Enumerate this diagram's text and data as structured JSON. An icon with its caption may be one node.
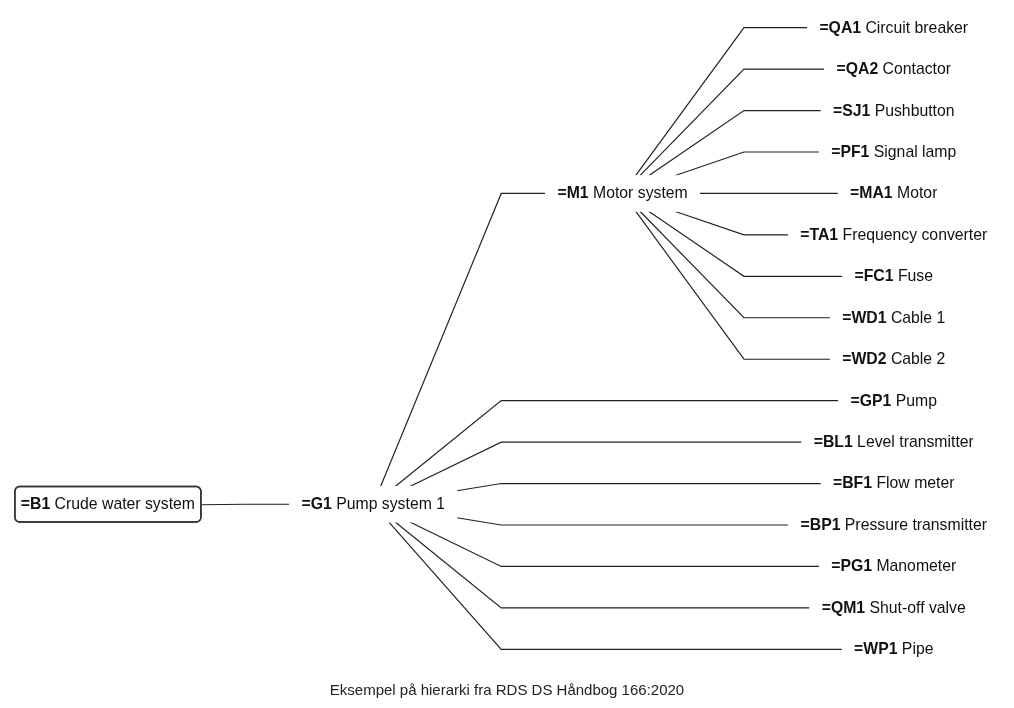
{
  "diagram": {
    "caption": "Eksempel på hierarki fra RDS DS Håndbog 166:2020",
    "nodes": [
      {
        "text": [
          "**=B1** Crude water system"
        ]
      },
      {
        "text": [
          "**=G1** Pump system 1"
        ]
      },
      {
        "text": [
          "**=M1** Motor system"
        ]
      },
      {
        "text": [
          "**=QA1** Circuit breaker"
        ]
      },
      {
        "text": [
          "**=QA2** Contactor"
        ]
      },
      {
        "text": [
          "**=SJ1** Pushbutton"
        ]
      },
      {
        "text": [
          "**=PF1** Signal lamp"
        ]
      },
      {
        "text": [
          "**=MA1** Motor"
        ]
      },
      {
        "text": [
          "**=TA1** Frequency converter"
        ]
      },
      {
        "text": [
          "**=FC1** Fuse"
        ]
      },
      {
        "text": [
          "**=WD1** Cable 1"
        ]
      },
      {
        "text": [
          "**=WD2** Cable 2"
        ]
      },
      {
        "text": [
          "**=GP1** Pump"
        ]
      },
      {
        "text": [
          "**=BL1** Level transmitter"
        ]
      },
      {
        "text": [
          "**=BF1** Flow meter"
        ]
      },
      {
        "text": [
          "**=BP1** Pressure transmitter"
        ]
      },
      {
        "text": [
          "**=PG1** Manometer"
        ]
      },
      {
        "text": [
          "**=QM1** Shut-off valve"
        ]
      },
      {
        "text": [
          "**=WP1** Pipe"
        ]
      }
    ],
    "edges": [
      {
        "from": 0,
        "to": 1,
        "arrow": "none"
      },
      {
        "from": 1,
        "to": 2,
        "arrow": "none"
      },
      {
        "from": 2,
        "to": 3,
        "arrow": "none"
      },
      {
        "from": 2,
        "to": 4,
        "arrow": "none"
      },
      {
        "from": 2,
        "to": 5,
        "arrow": "none"
      },
      {
        "from": 2,
        "to": 6,
        "arrow": "none"
      },
      {
        "from": 2,
        "to": 7,
        "arrow": "none"
      },
      {
        "from": 2,
        "to": 8,
        "arrow": "none"
      },
      {
        "from": 2,
        "to": 9,
        "arrow": "none"
      },
      {
        "from": 2,
        "to": 10,
        "arrow": "none"
      },
      {
        "from": 2,
        "to": 11,
        "arrow": "none"
      },
      {
        "from": 1,
        "to": 12,
        "arrow": "none"
      },
      {
        "from": 1,
        "to": 13,
        "arrow": "none"
      },
      {
        "from": 1,
        "to": 14,
        "arrow": "none"
      },
      {
        "from": 1,
        "to": 15,
        "arrow": "none"
      },
      {
        "from": 1,
        "to": 16,
        "arrow": "none"
      },
      {
        "from": 1,
        "to": 17,
        "arrow": "none"
      },
      {
        "from": 1,
        "to": 18,
        "arrow": "none"
      }
    ]
  }
}
